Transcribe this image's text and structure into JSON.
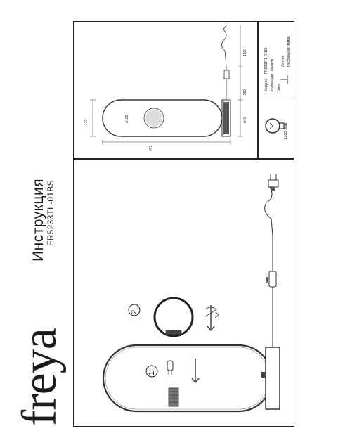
{
  "brand": "freya",
  "title": "Инструкция",
  "model_code": "FR5233TL-01BS",
  "steps": {
    "step1": "1",
    "step2": "2"
  },
  "dimensions": {
    "length": "475",
    "height": "170",
    "globe_diameter": "ø100",
    "base_diameter": "ø40",
    "mount_length": "350",
    "cord_length": "1500"
  },
  "specs": {
    "model_label": "Модель:",
    "model_value": "FR5233TL-01BS",
    "collection_label": "Коллекция:",
    "collection_value": "Modern",
    "color_label": "Цвет:",
    "color_value": "Латунь",
    "type_value": "Настольная лампа",
    "bulb_label": "1xG9 25W"
  }
}
